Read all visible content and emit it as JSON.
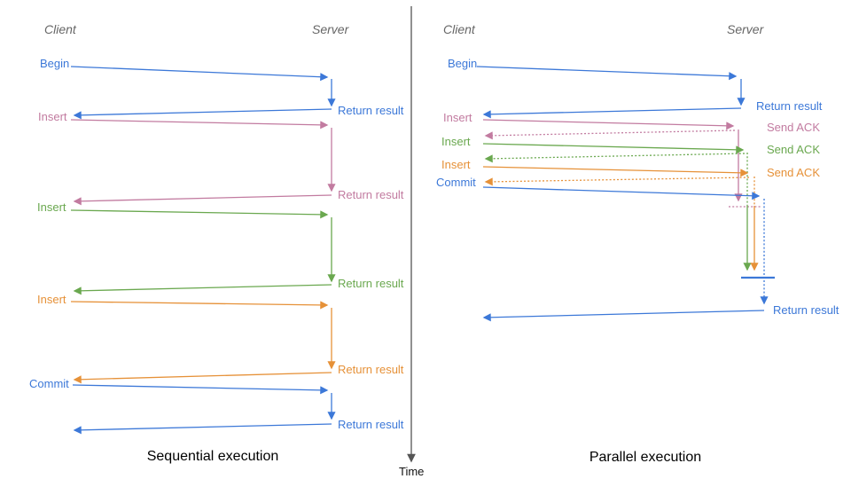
{
  "diagram": {
    "time_label": "Time",
    "colors": {
      "blue": "#3c78d8",
      "pink": "#c27ba0",
      "green": "#6aa84f",
      "orange": "#e69138",
      "axis": "#555555",
      "header": "#666666"
    },
    "left": {
      "title": "Sequential execution",
      "client_header": "Client",
      "server_header": "Server",
      "operations": [
        {
          "label": "Begin",
          "color": "blue",
          "response": "Return result"
        },
        {
          "label": "Insert",
          "color": "pink",
          "response": "Return result"
        },
        {
          "label": "Insert",
          "color": "green",
          "response": "Return result"
        },
        {
          "label": "Insert",
          "color": "orange",
          "response": "Return result"
        },
        {
          "label": "Commit",
          "color": "blue",
          "response": "Return result"
        }
      ]
    },
    "right": {
      "title": "Parallel execution",
      "client_header": "Client",
      "server_header": "Server",
      "operations": [
        {
          "label": "Begin",
          "color": "blue",
          "response": "Return result"
        },
        {
          "label": "Insert",
          "color": "pink",
          "response": "Send ACK"
        },
        {
          "label": "Insert",
          "color": "green",
          "response": "Send ACK"
        },
        {
          "label": "Insert",
          "color": "orange",
          "response": "Send ACK"
        },
        {
          "label": "Commit",
          "color": "blue",
          "response": "Return result"
        }
      ]
    }
  }
}
